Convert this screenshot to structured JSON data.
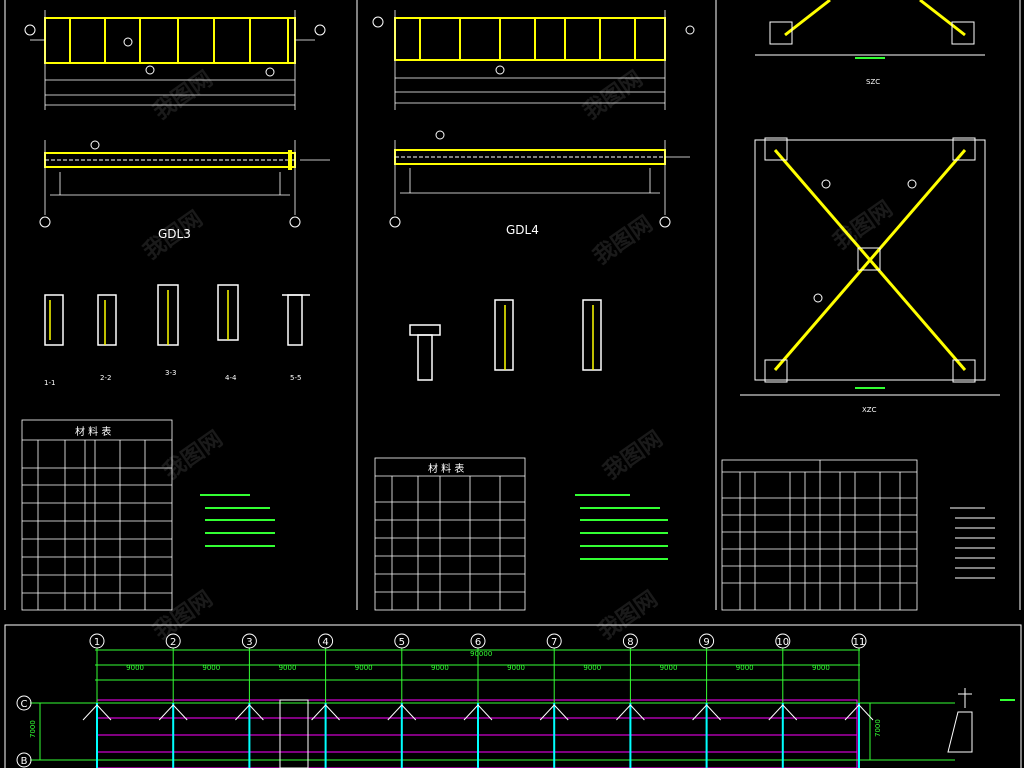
{
  "labels": {
    "beam_3": "GDL3",
    "beam_4": "GDL4",
    "section_1_1": "1-1",
    "section_2_2": "2-2",
    "section_3_3": "3-3",
    "section_4_4": "4-4",
    "section_5_5": "5-5",
    "brace_title": "XZC",
    "brace_top_title": "SZC"
  },
  "tables": {
    "table_1_title": "材 料 表",
    "table_2_title": "材 料 表"
  },
  "plan": {
    "axes": [
      "1",
      "2",
      "3",
      "4",
      "5",
      "6",
      "7",
      "8",
      "9",
      "10",
      "11"
    ],
    "rows": [
      "C",
      "B"
    ],
    "spans": [
      "9000",
      "9000",
      "9000",
      "9000",
      "9000",
      "9000",
      "9000",
      "9000",
      "9000",
      "9000"
    ],
    "total": "90000",
    "side_dim": "7000"
  },
  "colors": {
    "background": "#000000",
    "line": "#ffffff",
    "beam": "#ffff00",
    "axis": "#00ff00",
    "truss": "#ff00ff",
    "column": "#00ffff"
  }
}
